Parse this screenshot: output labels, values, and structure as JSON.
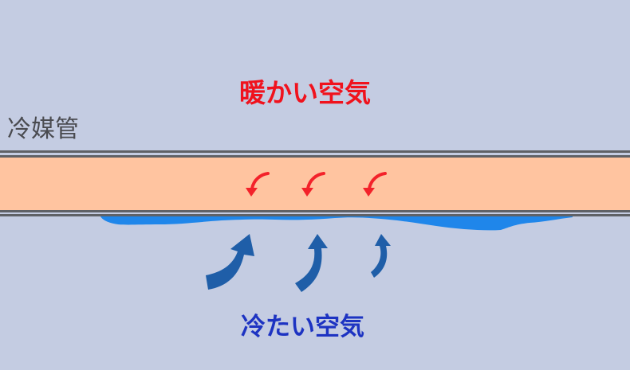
{
  "labels": {
    "warm_air": "暖かい空気",
    "refrigerant_pipe": "冷媒管",
    "cold_air": "冷たい空気"
  },
  "colors": {
    "background": "#c4cce2",
    "pipe_fill": "#ffc4a0",
    "pipe_wall": "#5f6166",
    "condensation": "#1f86ea",
    "warm_arrow": "#f3222a",
    "cold_arrow": "#1f5ea8",
    "warm_text": "#f0121d",
    "cold_text": "#1d33c2",
    "pipe_label_text": "#4a4b50"
  }
}
